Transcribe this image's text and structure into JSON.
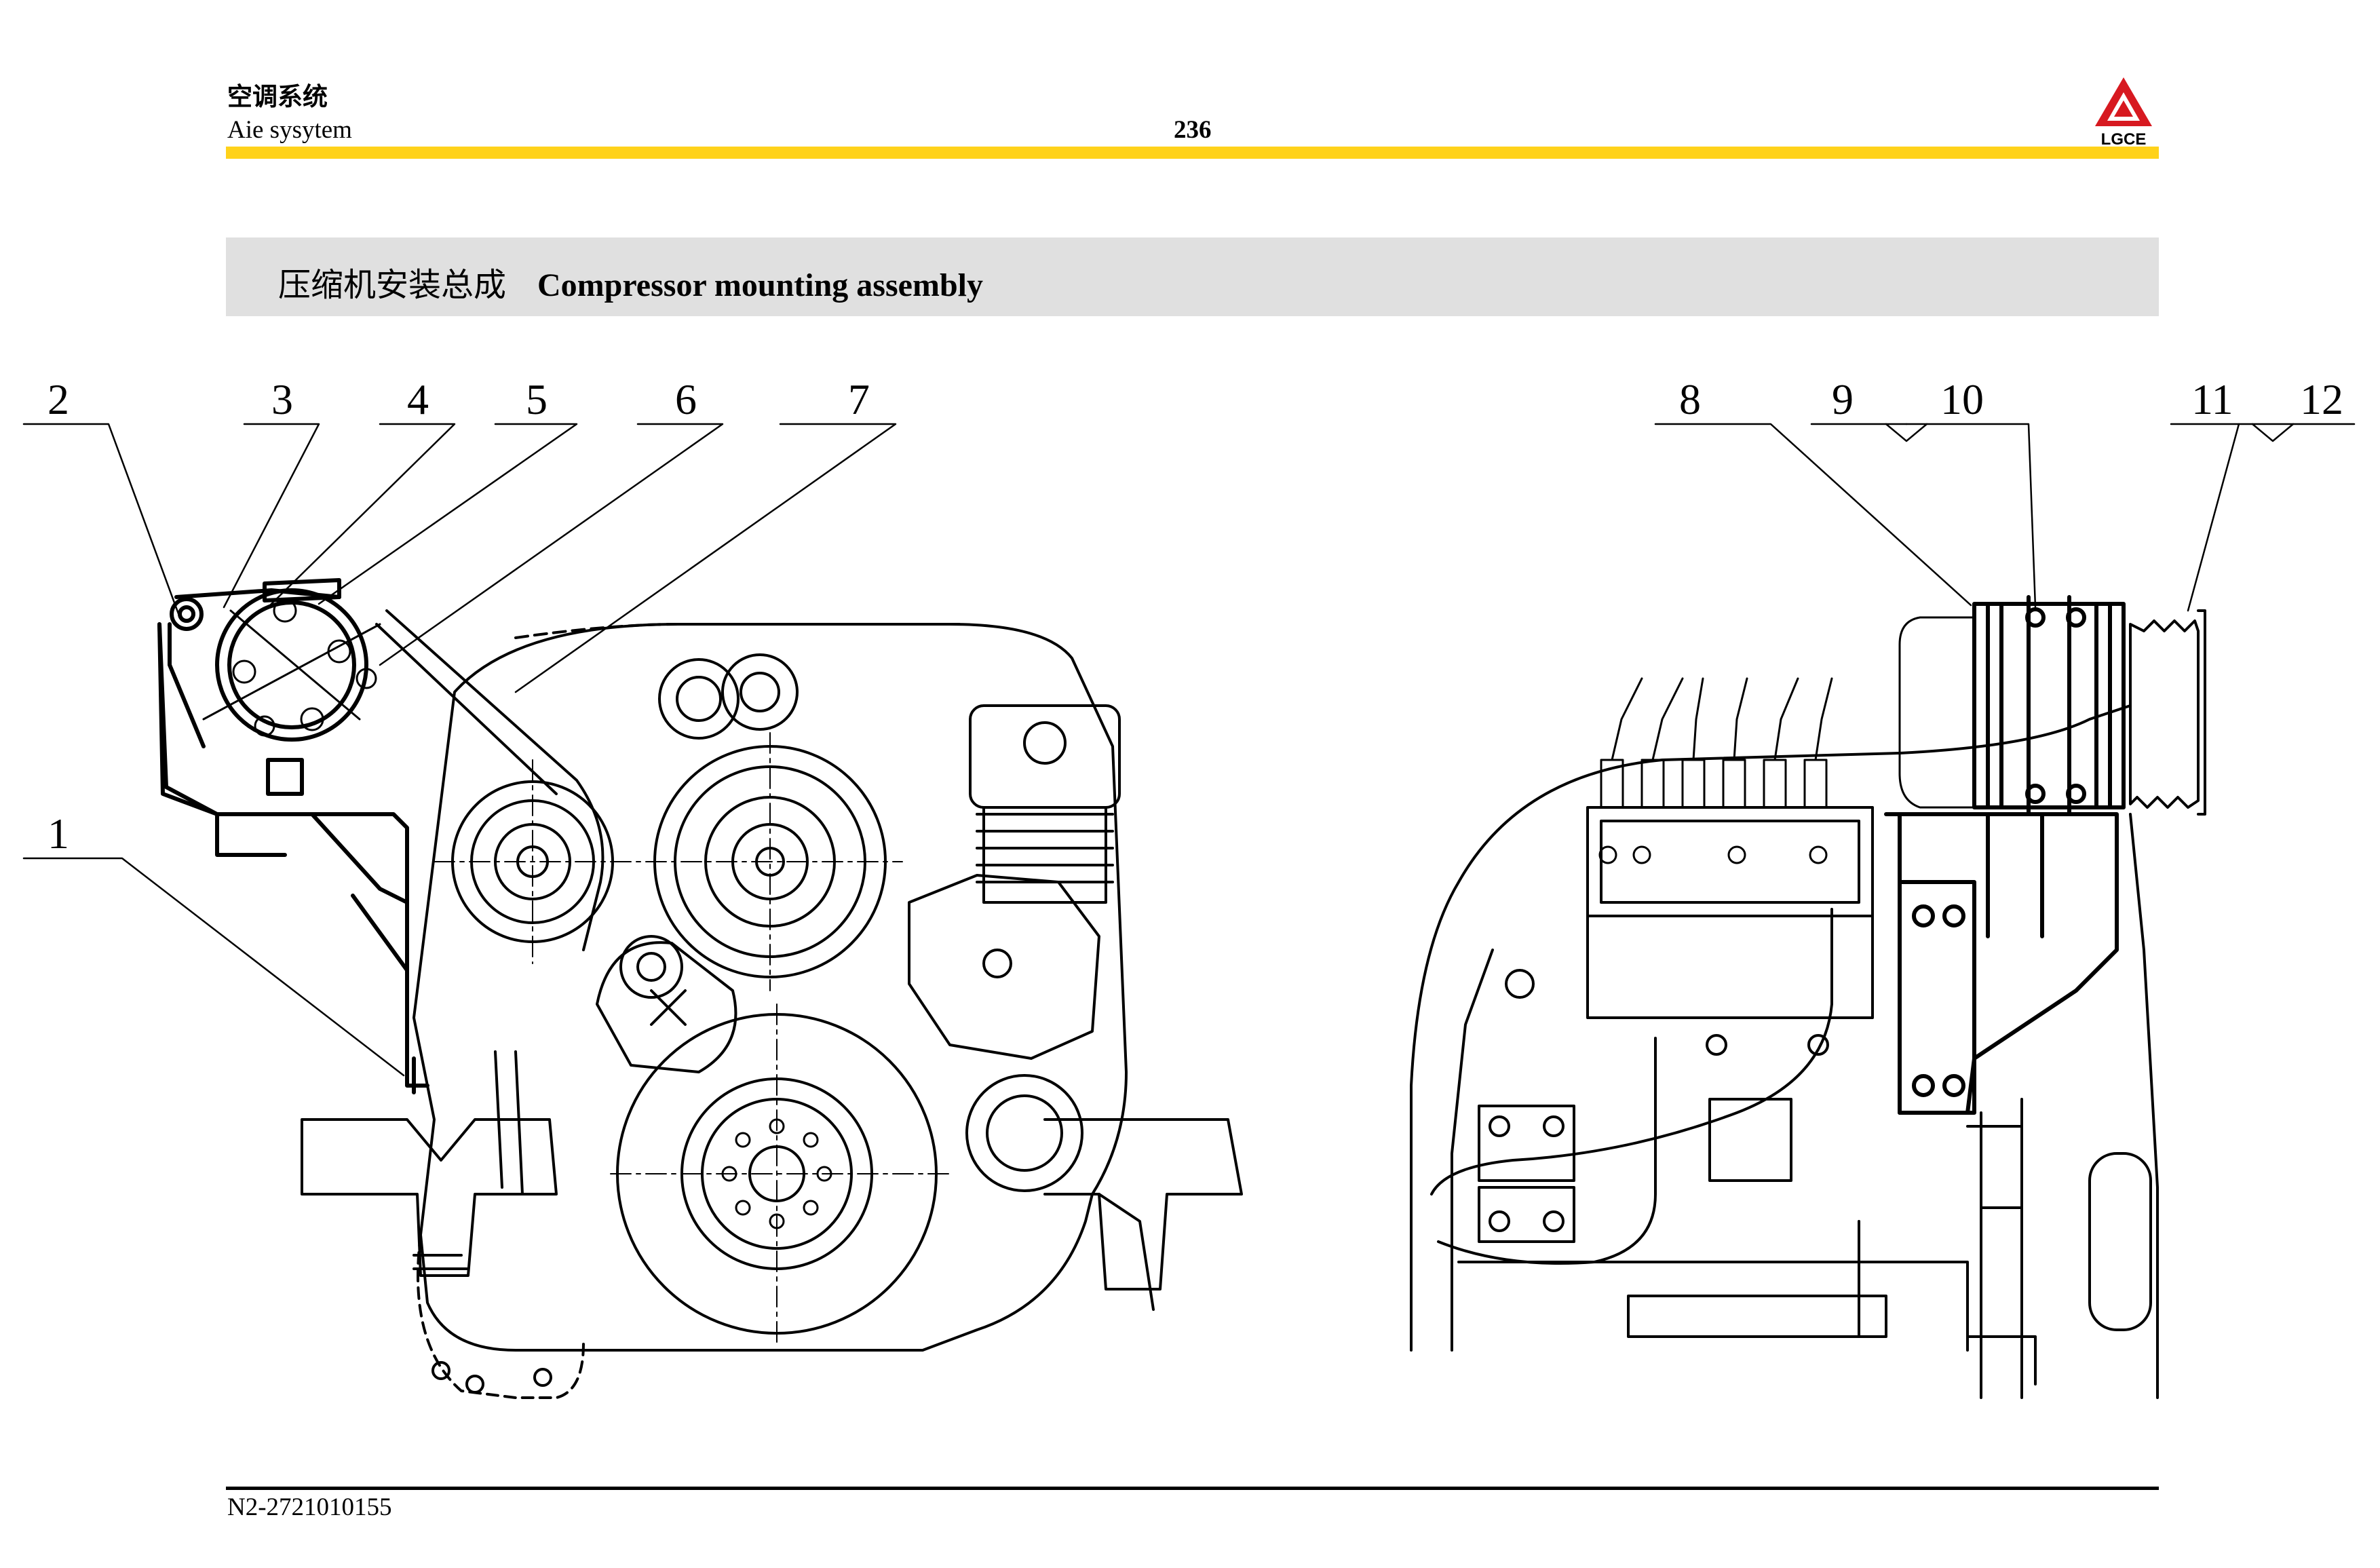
{
  "header": {
    "section_cn": "空调系统",
    "section_en": "Aie sysytem",
    "page_number": "236",
    "logo_text": "LGCE"
  },
  "title": {
    "cn": "压缩机安装总成",
    "en": "Compressor mounting assembly"
  },
  "callouts": [
    "1",
    "2",
    "3",
    "4",
    "5",
    "6",
    "7",
    "8",
    "9",
    "10",
    "11",
    "12"
  ],
  "footer": {
    "doc_code": "N2-2721010155"
  },
  "colors": {
    "accent_bar": "#ffd21a",
    "logo_red": "#d71920",
    "title_band": "#e0e0e0"
  }
}
